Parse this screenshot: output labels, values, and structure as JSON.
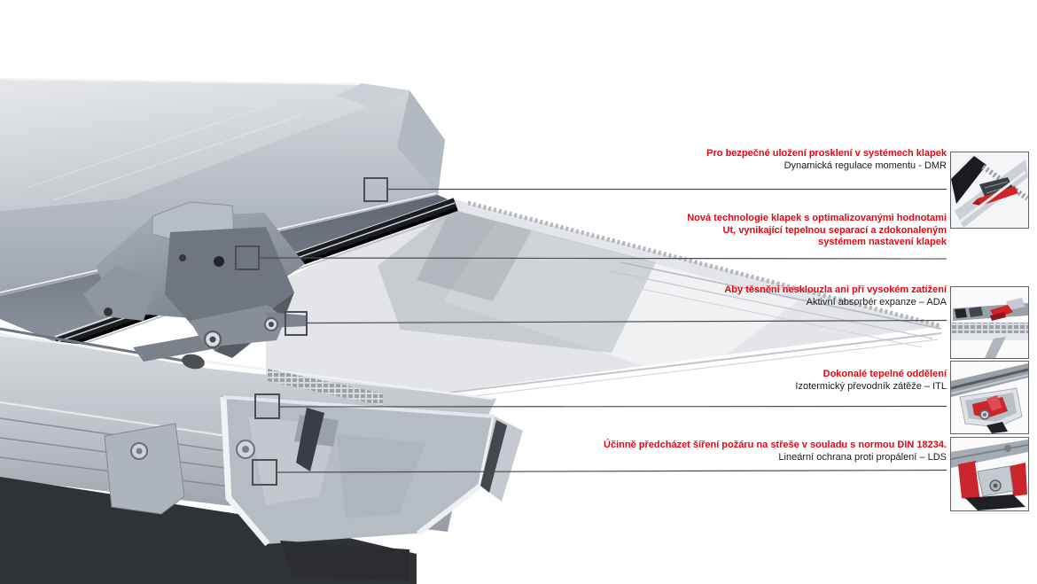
{
  "figure": {
    "description": "Exploded detail view of a roof flap glazing profile with five annotated detail points",
    "language": "cs"
  },
  "colors": {
    "accent_red": "#e30613",
    "thumbnail_red": "#c8252c",
    "leader_line": "#4b4e53",
    "text_black": "#1a1a1a"
  },
  "callouts": [
    {
      "id": "dmr",
      "heading_lines": [
        "Pro bezpečné uložení prosklení v systémech klapek"
      ],
      "sub": "Dynamická regulace momentu - DMR"
    },
    {
      "id": "flap-technology",
      "heading_lines": [
        "Nová technologie klapek s optimalizovanými hodnotami",
        "Ut,  vynikající tepelnou separací a zdokonaleným",
        "systémem nastavení klapek"
      ],
      "sub": ""
    },
    {
      "id": "ada",
      "heading_lines": [
        "Aby těsnění nesklouzla ani při vysokém zatížení"
      ],
      "sub": "Aktivní absorbér expanze – ADA"
    },
    {
      "id": "itl",
      "heading_lines": [
        "Dokonalé tepelné oddělení"
      ],
      "sub": "Izotermický převodník zátěže – ITL"
    },
    {
      "id": "lds",
      "heading_lines": [
        "Účinně předcházet šíření požáru na střeše v souladu s normou DIN 18234."
      ],
      "sub": "Lineární ochrana proti propálení – LDS"
    }
  ],
  "thumbnails": [
    {
      "id": "dmr-detail",
      "label": "DMR detail"
    },
    {
      "id": "ada-detail",
      "label": "ADA detail"
    },
    {
      "id": "itl-detail",
      "label": "ITL detail"
    },
    {
      "id": "lds-detail",
      "label": "LDS detail"
    }
  ]
}
